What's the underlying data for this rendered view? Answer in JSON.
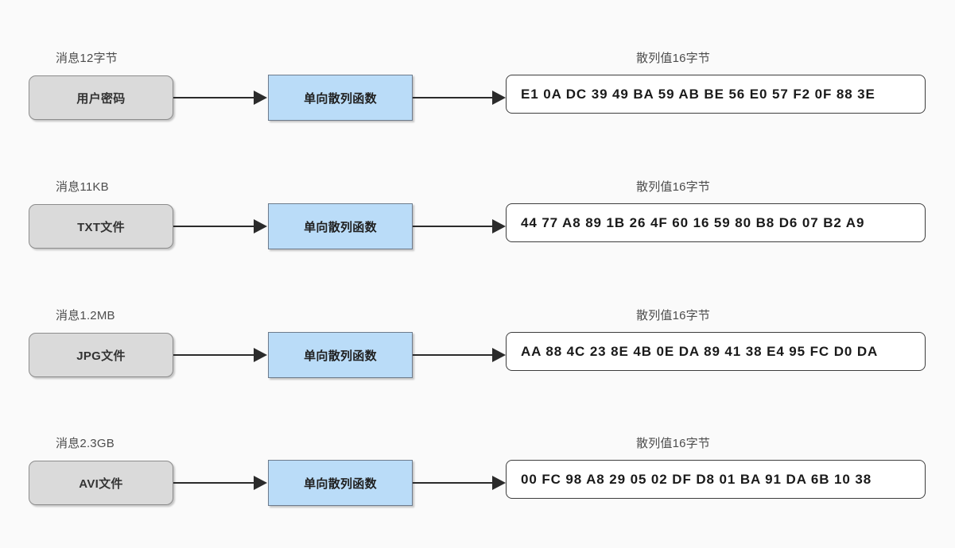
{
  "diagram": {
    "title": "one-way hash function diagram",
    "background_color": "#fafafa",
    "colors": {
      "source_box_fill": "#dadada",
      "source_box_border": "#8c8c8c",
      "function_box_fill": "#badcf8",
      "function_box_border": "#6d7b8c",
      "hash_box_fill": "#ffffff",
      "hash_box_border": "#3d3d3d",
      "arrow": "#2b2b2b",
      "caption_text": "#4d4d4d"
    },
    "rows": [
      {
        "message_caption": "消息12字节",
        "source_label": "用户密码",
        "function_label": "单向散列函数",
        "hash_caption": "散列值16字节",
        "hash_value": "E1 0A DC 39 49 BA 59 AB BE 56 E0 57 F2 0F 88 3E"
      },
      {
        "message_caption": "消息11KB",
        "source_label": "TXT文件",
        "function_label": "单向散列函数",
        "hash_caption": "散列值16字节",
        "hash_value": "44 77 A8 89 1B 26 4F 60 16 59 80 B8 D6 07 B2 A9"
      },
      {
        "message_caption": "消息1.2MB",
        "source_label": "JPG文件",
        "function_label": "单向散列函数",
        "hash_caption": "散列值16字节",
        "hash_value": "AA 88 4C 23 8E 4B 0E DA 89 41 38 E4 95 FC D0 DA"
      },
      {
        "message_caption": "消息2.3GB",
        "source_label": "AVI文件",
        "function_label": "单向散列函数",
        "hash_caption": "散列值16字节",
        "hash_value": "00 FC 98 A8 29 05 02 DF D8 01 BA 91 DA 6B 10 38"
      }
    ]
  }
}
